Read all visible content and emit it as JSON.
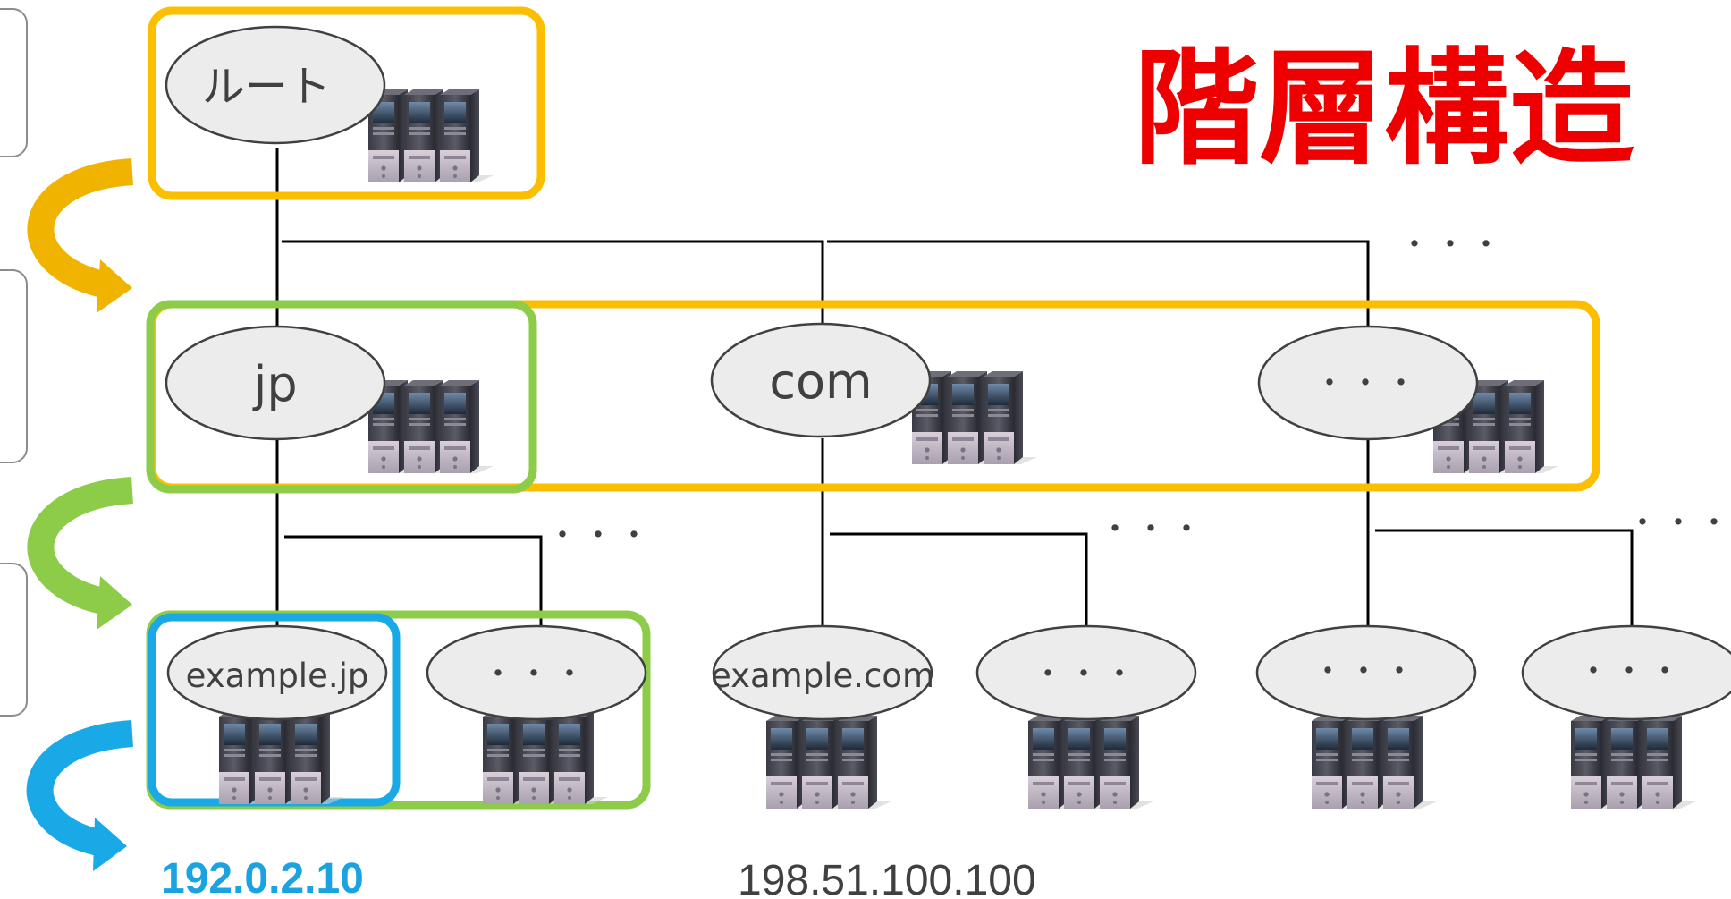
{
  "title": "階層構造",
  "colors": {
    "root_box": "#fbbf00",
    "tld_box": "#fbbf00",
    "jp_box": "#8ccc48",
    "sld_box": "#8ccc48",
    "example_box": "#19a9e6",
    "arrow_root": "#f0b400",
    "arrow_tld": "#8ccc48",
    "arrow_example": "#19a9e6",
    "title": "#ee0000",
    "ip_highlight": "#1aa3e0",
    "ip_plain": "#404040",
    "line": "#000000"
  },
  "nodes": {
    "root": {
      "label": "ルート",
      "icon": "server-rack-icon"
    },
    "jp": {
      "label": "jp",
      "icon": "server-rack-icon"
    },
    "com": {
      "label": "com",
      "icon": "server-rack-icon"
    },
    "tld_other": {
      "label": "・・・",
      "icon": "server-rack-icon"
    },
    "example_jp": {
      "label": "example.jp",
      "icon": "server-rack-icon"
    },
    "jp_other": {
      "label": "・・・",
      "icon": "server-rack-icon"
    },
    "example_com": {
      "label": "example.com",
      "icon": "server-rack-icon"
    },
    "com_other": {
      "label": "・・・",
      "icon": "server-rack-icon"
    },
    "other_a": {
      "label": "・・・",
      "icon": "server-rack-icon"
    },
    "other_b": {
      "label": "・・・",
      "icon": "server-rack-icon"
    }
  },
  "ellipsis": {
    "tld_more": "・・・",
    "jp_more": "・・・",
    "com_more": "・・・",
    "other_more": "・・・"
  },
  "ips": {
    "example_jp": "192.0.2.10",
    "example_com": "198.51.100.100"
  }
}
